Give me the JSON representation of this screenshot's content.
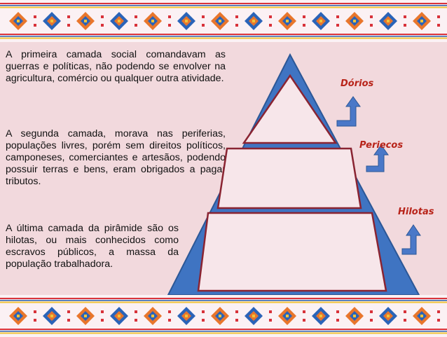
{
  "decor": {
    "colors": {
      "background": "#f2d9dd",
      "band": "#fbf1f4",
      "stripe_red": "#d8323a",
      "stripe_blue": "#2b5fae",
      "stripe_yellow": "#f0c43a",
      "diamond_orange": "#e8762c",
      "diamond_blue": "#2a63b8"
    }
  },
  "paragraphs": [
    {
      "text": "A primeira camada social comandavam as guerras e políticas, não podendo se envolver na agricultura, comércio ou qualquer outra atividade."
    },
    {
      "text": "A segunda camada, morava nas periferias, populações livres, porém sem direitos políticos, camponeses, comerciantes e artesãos, podendo possuir terras e bens, eram obrigados a pagar tributos."
    },
    {
      "text": "A última camada da pirâmide são os hilotas, ou mais conhecidos como escravos públicos, a massa da população trabalhadora."
    }
  ],
  "pyramid": {
    "colors": {
      "outer": "#3f74c2",
      "outer_stroke": "#2c5796",
      "inner": "#f7e6ea",
      "inner_stroke": "#8a2432"
    },
    "layers": [
      {
        "label": "Dórios"
      },
      {
        "label": "Periecos"
      },
      {
        "label": "Hilotas"
      }
    ],
    "arrow_color": "#4a78c8",
    "label_color": "#b8241a"
  }
}
